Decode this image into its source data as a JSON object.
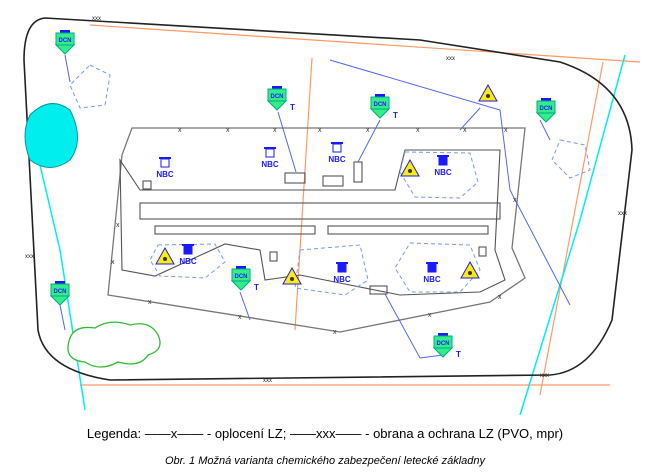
{
  "labels": {
    "dcn": "DCN",
    "t": "T",
    "nbc": "NBC"
  },
  "legend": {
    "prefix": "Legenda:",
    "fence_symbol": "——x——",
    "fence_text": "- oplocení LZ;",
    "defense_symbol": "——xxx——",
    "defense_text": "- obrana a ochrana LZ (PVO, mpr)"
  },
  "caption": "Obr. 1 Možná varianta chemického zabezpečení letecké základny",
  "colors": {
    "dcn_fill": "#33ee88",
    "blue": "#1a1aff",
    "cyan": "#00eeee",
    "orange": "#ff9966",
    "hazard": "#ffee00"
  }
}
